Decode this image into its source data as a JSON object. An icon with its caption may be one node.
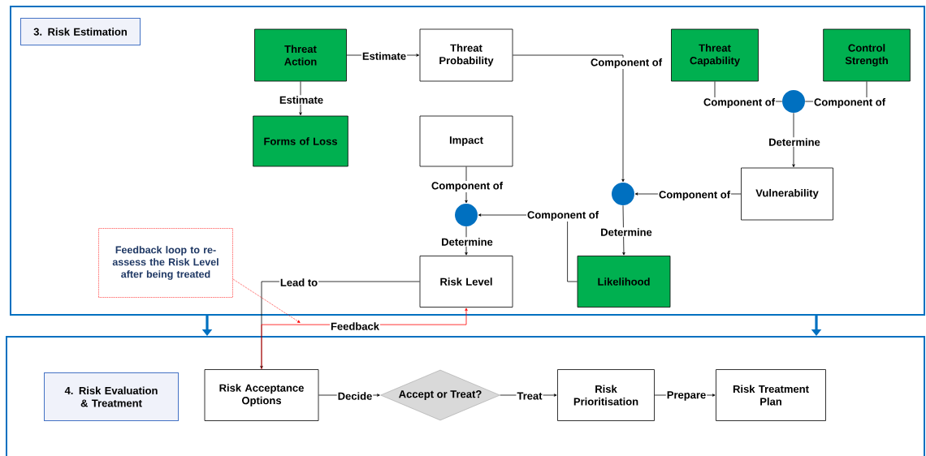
{
  "diagram": {
    "nodes": [
      {
        "text": [],
        "shape": "box"
      },
      {
        "text": [
          "3. Risk Estimation"
        ],
        "in": 0
      },
      {
        "text": [
          "Threat Action"
        ],
        "in": 0
      },
      {
        "text": [
          "Threat Probability"
        ],
        "in": 0
      },
      {
        "text": [
          "Threat Capability"
        ],
        "in": 0
      },
      {
        "text": [
          "Control Strength"
        ],
        "in": 0
      },
      {
        "text": [],
        "shape": "circle",
        "in": 0
      },
      {
        "text": [
          "Forms of Loss"
        ],
        "in": 0
      },
      {
        "text": [
          "Impact"
        ],
        "in": 0
      },
      {
        "text": [
          "Vulnerability"
        ],
        "in": 0
      },
      {
        "text": [],
        "shape": "circle",
        "in": 0
      },
      {
        "text": [],
        "shape": "circle",
        "in": 0
      },
      {
        "text": [
          "Risk Level"
        ],
        "in": 0
      },
      {
        "text": [
          "Likelihood"
        ],
        "in": 0
      },
      {
        "text": [
          "Feedback loop to re-assess the Risk Level after being treated"
        ],
        "in": 0
      },
      {
        "text": [],
        "shape": "box"
      },
      {
        "text": [
          "4. Risk Evaluation & Treatment"
        ],
        "in": 15
      },
      {
        "text": [
          "Risk Acceptance Options"
        ],
        "in": 15
      },
      {
        "text": [
          "Accept or Treat?"
        ],
        "in": 15
      },
      {
        "text": [
          "Risk Prioritisation"
        ],
        "in": 15
      },
      {
        "text": [
          "Risk Treatment Plan"
        ],
        "in": 15
      }
    ],
    "edges": [
      {
        "from": 2,
        "to": 3,
        "arrow": "to",
        "label": "Estimate"
      },
      {
        "from": 2,
        "to": 7,
        "arrow": "to",
        "label": "Estimate"
      },
      {
        "from": 3,
        "to": 10,
        "arrow": "to",
        "label": "Component of"
      },
      {
        "from": 4,
        "to": 6,
        "arrow": "none",
        "label": "Component of"
      },
      {
        "from": 5,
        "to": 6,
        "arrow": "none",
        "label": "Component of"
      },
      {
        "from": 6,
        "to": 9,
        "arrow": "to",
        "label": "Determine"
      },
      {
        "from": 9,
        "to": 10,
        "arrow": "to",
        "label": "Component of"
      },
      {
        "from": 10,
        "to": 13,
        "arrow": "to",
        "label": "Determine"
      },
      {
        "from": 8,
        "to": 11,
        "arrow": "to",
        "label": "Component of"
      },
      {
        "from": 13,
        "to": 11,
        "arrow": "to",
        "label": "Component of"
      },
      {
        "from": 11,
        "to": 12,
        "arrow": "to",
        "label": "Determine"
      },
      {
        "from": 12,
        "to": 17,
        "arrow": "to",
        "label": "Lead to"
      },
      {
        "from": 17,
        "to": 12,
        "arrow": "to",
        "label": "Feedback",
        "color": "#ff0000"
      },
      {
        "from": 14,
        "to": null,
        "arrow": "to",
        "style": "dashed",
        "color": "#ff0000"
      },
      {
        "from": 0,
        "to": 15,
        "arrow": "to",
        "style": "thick",
        "color": "#0070c0"
      },
      {
        "from": 0,
        "to": 15,
        "arrow": "to",
        "style": "thick",
        "color": "#0070c0"
      },
      {
        "from": 17,
        "to": 18,
        "arrow": "to",
        "label": "Decide"
      },
      {
        "from": 18,
        "to": 19,
        "arrow": "to",
        "label": "Treat"
      },
      {
        "from": 19,
        "to": 20,
        "arrow": "to",
        "label": "Prepare"
      }
    ]
  }
}
